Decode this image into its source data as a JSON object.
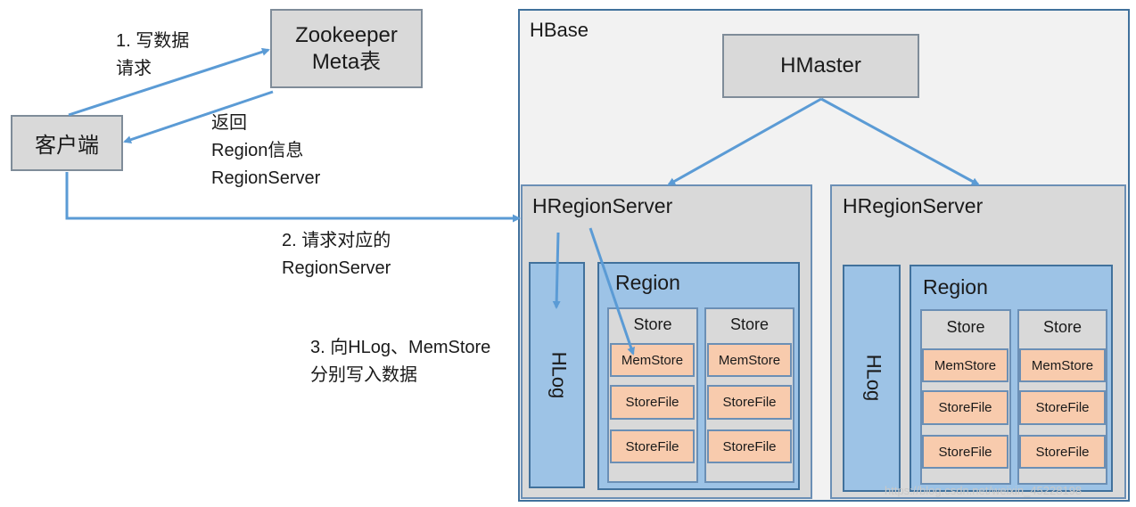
{
  "client": {
    "label": "客户端"
  },
  "zookeeper": {
    "line1": "Zookeeper",
    "line2": "Meta表"
  },
  "labels": {
    "step1": "1. 写数据\n请求",
    "return_info": "返回\nRegion信息\nRegionServer",
    "step2": "2. 请求对应的\nRegionServer",
    "step3": "3. 向HLog、MemStore\n分别写入数据"
  },
  "hbase": {
    "title": "HBase",
    "hmaster": "HMaster",
    "region_servers": [
      {
        "title": "HRegionServer",
        "hlog": "HLog",
        "region": "Region",
        "stores": [
          {
            "title": "Store",
            "memstore": "MemStore",
            "storefiles": [
              "StoreFile",
              "StoreFile"
            ]
          },
          {
            "title": "Store",
            "memstore": "MemStore",
            "storefiles": [
              "StoreFile",
              "StoreFile"
            ]
          }
        ]
      },
      {
        "title": "HRegionServer",
        "hlog": "HLog",
        "region": "Region",
        "stores": [
          {
            "title": "Store",
            "memstore": "MemStore",
            "storefiles": [
              "StoreFile",
              "StoreFile"
            ]
          },
          {
            "title": "Store",
            "memstore": "MemStore",
            "storefiles": [
              "StoreFile",
              "StoreFile"
            ]
          }
        ]
      }
    ]
  },
  "watermark": "https://blog.csdn.net/weixin_45228198",
  "colors": {
    "arrow": "#5b9bd5",
    "gray_box": "#d9d9d9",
    "blue_box": "#9dc3e6",
    "orange_box": "#f8cbad",
    "border": "#41719c"
  }
}
